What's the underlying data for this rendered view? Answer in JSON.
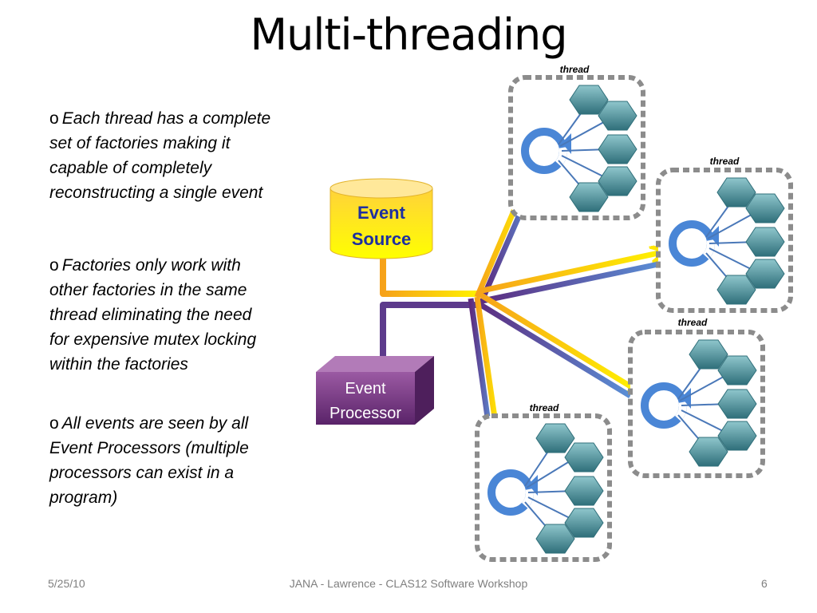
{
  "title": "Multi-threading",
  "bullets": [
    {
      "marker": "o",
      "lines": [
        "Each thread has a complete",
        "set of factories making it",
        "capable of completely",
        "reconstructing a single event"
      ]
    },
    {
      "marker": "o",
      "lines": [
        "Factories only work with",
        "other factories in the same",
        "thread eliminating the need",
        "for expensive mutex locking",
        "within the factories"
      ]
    },
    {
      "marker": "o",
      "lines": [
        "All events are seen by all",
        "Event Processors (multiple",
        "processors can exist in a",
        "program)"
      ]
    }
  ],
  "diagram": {
    "event_source": {
      "line1": "Event",
      "line2": "Source"
    },
    "event_processor": {
      "line1": "Event",
      "line2": "Processor"
    },
    "thread_label": "thread",
    "colors": {
      "source_top": "#fde9a8",
      "source_body": "#ffee00",
      "source_text": "#1d2fa0",
      "processor": "#7b3a84",
      "arrow_yellow": "#ffe600",
      "arrow_orange": "#f28a12",
      "arrow_purple": "#6b2d82",
      "arrow_blue": "#4a7cc2",
      "thread_border": "#8c8c8c",
      "hex_fill": "#5f9fa8",
      "cycle_blue": "#4a86d6"
    }
  },
  "footer": {
    "date": "5/25/10",
    "center": "JANA  - Lawrence  - CLAS12 Software Workshop",
    "page": "6"
  }
}
